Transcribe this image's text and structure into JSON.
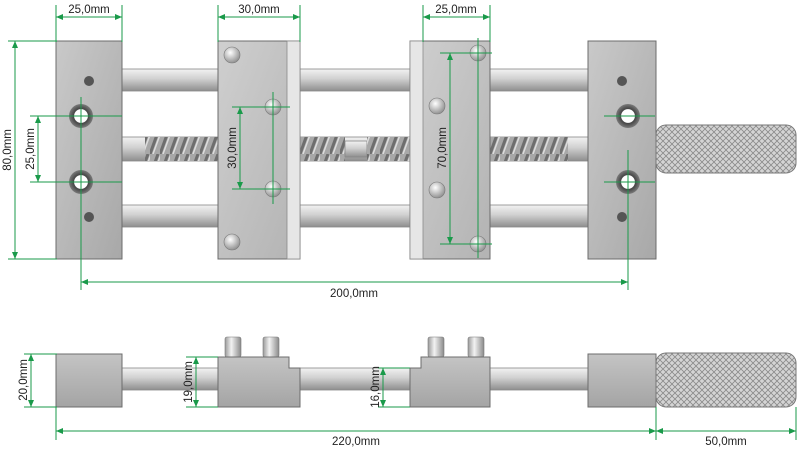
{
  "colors": {
    "dimension": "#1a9a4a",
    "metal_light": "#d9d9d9",
    "metal_dark": "#9a9a9a",
    "rod": "#c8c8c8",
    "text": "#222222"
  },
  "top_view": {
    "dims": {
      "left_block_width": "25,0mm",
      "moving_jaw_width": "30,0mm",
      "right_jaw_width": "25,0mm",
      "overall_height": "80,0mm",
      "hole_spacing_left": "25,0mm",
      "hole_spacing_jaw": "30,0mm",
      "hole_spacing_right_jaw": "70,0mm",
      "center_distance": "200,0mm"
    }
  },
  "side_view": {
    "dims": {
      "block_height": "20,0mm",
      "jaw_height_left": "19,0mm",
      "jaw_height_right": "16,0mm",
      "overall_length": "220,0mm",
      "knob_length": "50,0mm"
    }
  }
}
